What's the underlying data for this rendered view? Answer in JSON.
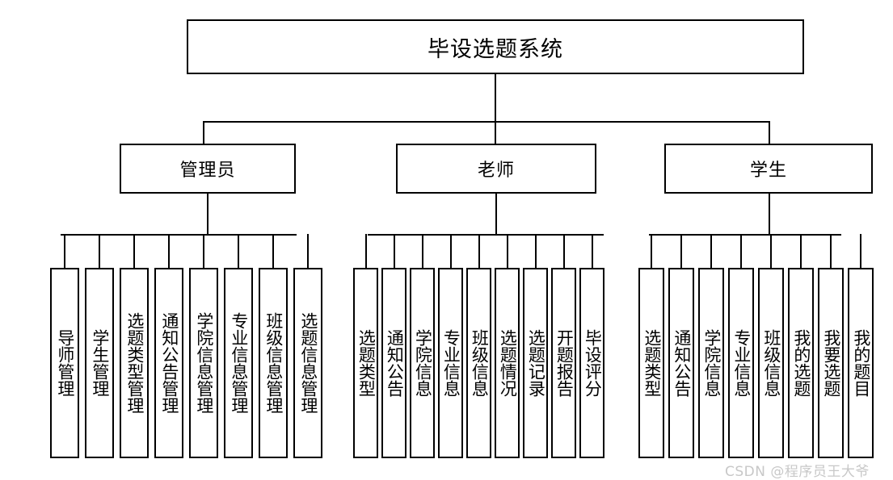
{
  "diagram": {
    "title": "毕设选题系统",
    "type": "org-chart",
    "root": {
      "label": "毕设选题系统"
    },
    "roles": [
      {
        "id": "admin",
        "label": "管理员"
      },
      {
        "id": "teacher",
        "label": "老师"
      },
      {
        "id": "student",
        "label": "学生"
      }
    ],
    "branches": {
      "admin": {
        "role_label": "管理员",
        "leaves": [
          "导师管理",
          "学生管理",
          "选题类型管理",
          "通知公告管理",
          "学院信息管理",
          "专业信息管理",
          "班级信息管理",
          "选题信息管理"
        ]
      },
      "teacher": {
        "role_label": "老师",
        "leaves": [
          "选题类型",
          "通知公告",
          "学院信息",
          "专业信息",
          "班级信息",
          "选题情况",
          "选题记录",
          "开题报告",
          "毕设评分"
        ]
      },
      "student": {
        "role_label": "学生",
        "leaves": [
          "选题类型",
          "通知公告",
          "学院信息",
          "专业信息",
          "班级信息",
          "我的选题",
          "我要选题",
          "我的题目"
        ]
      }
    }
  },
  "watermark": {
    "text": "CSDN @程序员王大爷"
  },
  "colors": {
    "stroke": "#000000",
    "background": "#ffffff",
    "watermark": "#c8c8c8"
  }
}
